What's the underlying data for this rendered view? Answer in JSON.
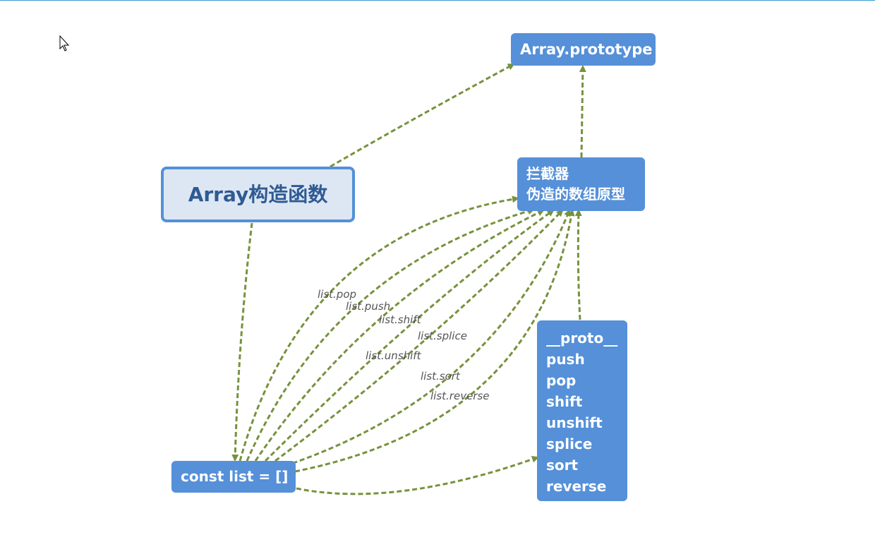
{
  "nodes": {
    "array_prototype": "Array.prototype",
    "interceptor": [
      "拦截器",
      "伪造的数组原型"
    ],
    "array_constructor": "Array构造函数",
    "list_decl": "const list = []",
    "methods": [
      "__proto__",
      "push",
      "pop",
      "shift",
      "unshift",
      "splice",
      "sort",
      "reverse"
    ]
  },
  "edge_labels": [
    "list.pop",
    "list.push",
    "list.shift",
    "list.splice",
    "list.unshift",
    "list.sort",
    "list.reverse"
  ],
  "colors": {
    "node_fill": "#5590d8",
    "constructor_fill": "#dde7f4",
    "constructor_text": "#2f5a93",
    "edge": "#76923c",
    "label": "#555555"
  },
  "icons": {
    "cursor": "mouse-pointer-icon"
  }
}
